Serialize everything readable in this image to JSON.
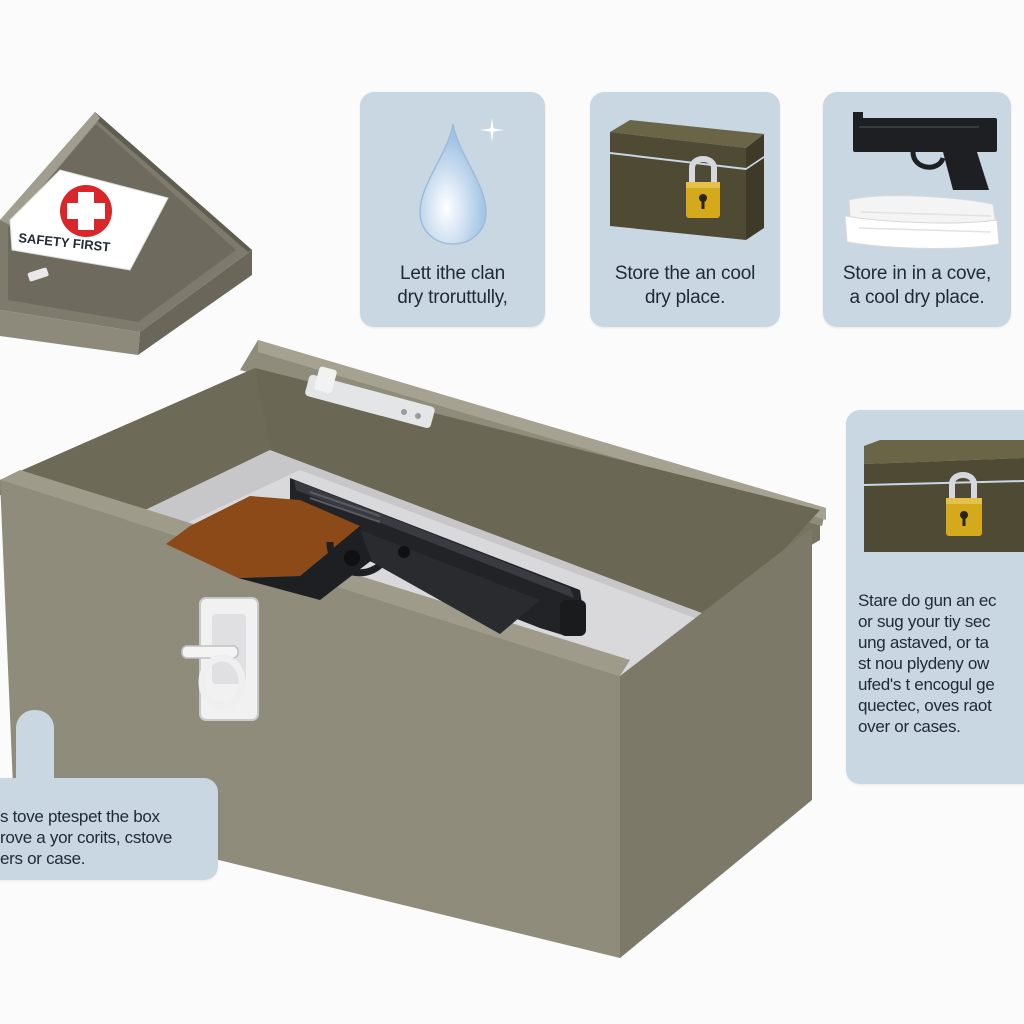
{
  "first_aid_tray": {
    "label": "SAFETY FIRST"
  },
  "cards": [
    {
      "lines": [
        "Lett ithe clan",
        "dry troruttully,"
      ]
    },
    {
      "lines": [
        "Store the an cool",
        "dry place."
      ]
    },
    {
      "lines": [
        "Store in in a cove,",
        "a cool dry place."
      ]
    }
  ],
  "right_card": {
    "lines": [
      "Stare do gun an ec",
      "or sug your tiy sec",
      "ung astaved, or ta",
      "st nou plydeny ow",
      "ufed's t encogul ge",
      "quectec, oves raot",
      "over or cases."
    ]
  },
  "left_card": {
    "lines": [
      "s tove ptespet the box",
      "rove a yor corits, cstove",
      "ers or  case."
    ]
  },
  "colors": {
    "card_bg": "#c9d7e3",
    "box_olive": "#8f8c7c",
    "chest_brown": "#4f4a33",
    "lock_gold": "#d4a91c",
    "cross_red": "#d8262a"
  },
  "icons": [
    "water-drop-icon",
    "sparkle-icon",
    "locked-chest-icon",
    "padlock-icon",
    "pistol-icon",
    "cloth-icon",
    "first-aid-cross-icon"
  ]
}
